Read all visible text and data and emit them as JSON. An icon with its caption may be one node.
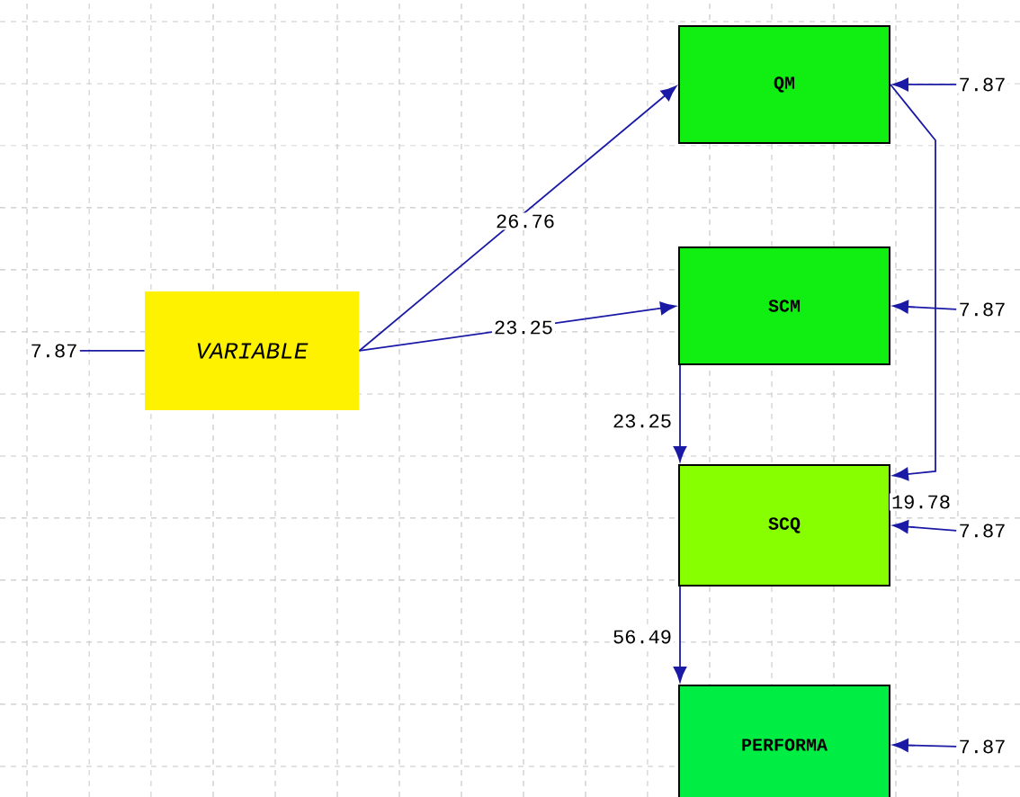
{
  "diagram": {
    "nodes": [
      {
        "text": [
          "VARIABLE"
        ]
      },
      {
        "text": [
          "QM"
        ]
      },
      {
        "text": [
          "SCM"
        ]
      },
      {
        "text": [
          "SCQ"
        ]
      },
      {
        "text": [
          "PERFORMA"
        ]
      },
      {
        "text": [
          "7.87"
        ]
      },
      {
        "text": [
          "7.87"
        ]
      },
      {
        "text": [
          "7.87"
        ]
      },
      {
        "text": [
          "7.87"
        ]
      },
      {
        "text": [
          "7.87"
        ]
      }
    ],
    "edges": [
      {
        "from": 5,
        "to": 0,
        "arrow": "none"
      },
      {
        "from": 0,
        "to": 1,
        "arrow": "to",
        "label": "26.76"
      },
      {
        "from": 0,
        "to": 2,
        "arrow": "to",
        "label": "23.25"
      },
      {
        "from": 2,
        "to": 3,
        "arrow": "to",
        "label": "23.25"
      },
      {
        "from": 1,
        "to": 3,
        "arrow": "to",
        "label": "19.78"
      },
      {
        "from": 3,
        "to": 4,
        "arrow": "to",
        "label": "56.49"
      },
      {
        "from": 6,
        "to": 1,
        "arrow": "to"
      },
      {
        "from": 7,
        "to": 2,
        "arrow": "to"
      },
      {
        "from": 8,
        "to": 3,
        "arrow": "to"
      },
      {
        "from": 9,
        "to": 4,
        "arrow": "to"
      }
    ]
  }
}
